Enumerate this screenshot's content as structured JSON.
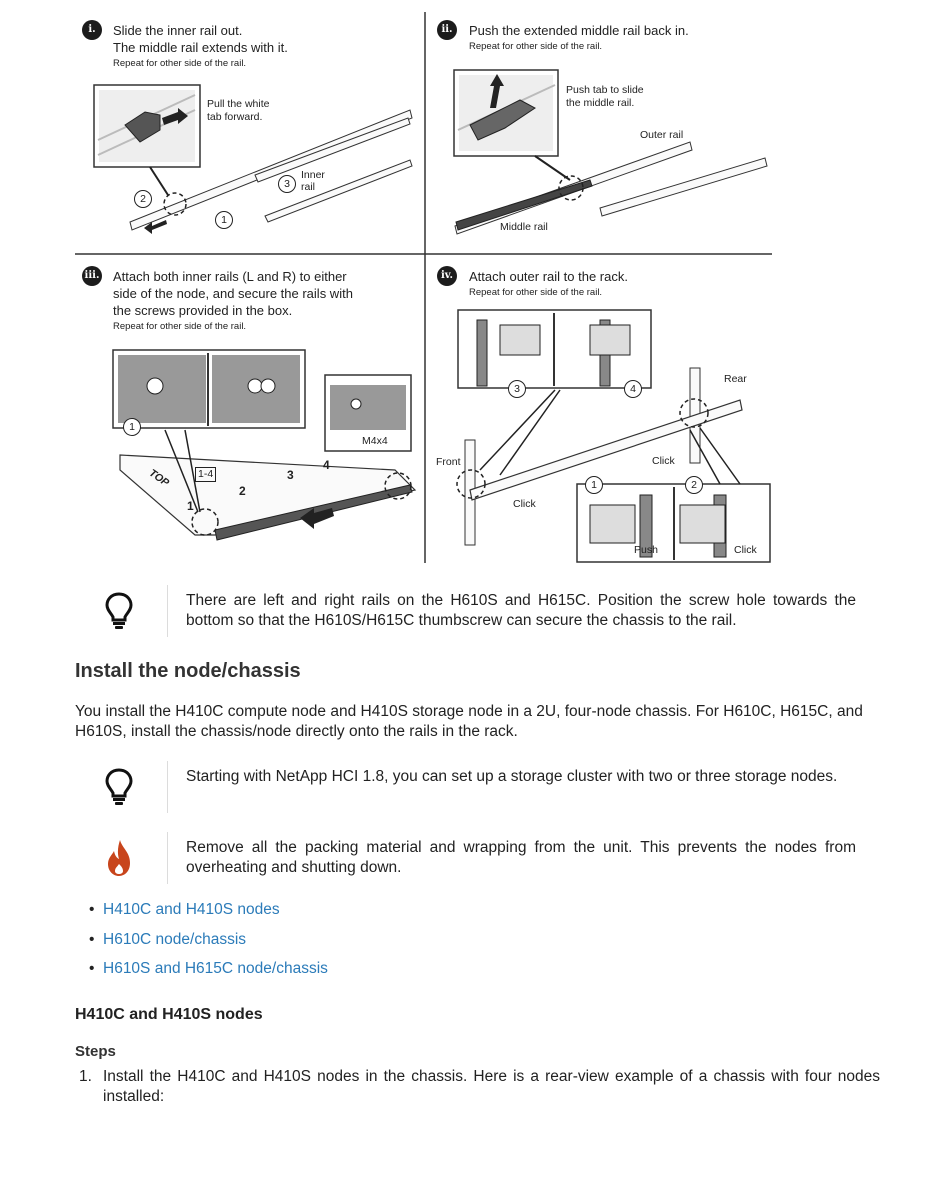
{
  "figure": {
    "panels": [
      {
        "badge": "i.",
        "lines": [
          "Slide the inner rail out.",
          "The middle rail extends with it."
        ],
        "note": "Repeat for other side of the rail.",
        "callouts": [
          "Pull the white",
          "tab forward.",
          "Inner",
          "rail"
        ],
        "steps": [
          "1",
          "2",
          "3"
        ]
      },
      {
        "badge": "ii.",
        "lines": [
          "Push the extended middle rail back in."
        ],
        "note": "Repeat for other side of the rail.",
        "callouts": [
          "Push tab to slide",
          "the middle rail.",
          "Outer rail",
          "Middle rail"
        ]
      },
      {
        "badge": "iii.",
        "lines": [
          "Attach both inner rails (L and R) to either",
          "side of the node, and secure the rails with",
          "the screws provided in the box."
        ],
        "note": "Repeat for other side of the rail.",
        "callouts": [
          "M4x4",
          "1-4",
          "TOP",
          "1",
          "2",
          "3",
          "4"
        ],
        "steps": [
          "1"
        ]
      },
      {
        "badge": "iv.",
        "lines": [
          "Attach outer rail to the rack."
        ],
        "note": "Repeat for other side of the rail.",
        "callouts": [
          "Rear",
          "Front",
          "Click",
          "Click",
          "Push",
          "Click"
        ],
        "steps": [
          "1",
          "2",
          "3",
          "4"
        ]
      }
    ]
  },
  "tip1": "There are left and right rails on the H610S and H615C. Position the screw hole towards the bottom so that the H610S/H615C thumbscrew can secure the chassis to the rail.",
  "section_title": "Install the node/chassis",
  "intro": "You install the H410C compute node and H410S storage node in a 2U, four-node chassis. For H610C, H615C, and H610S, install the chassis/node directly onto the rails in the rack.",
  "tip2": "Starting with NetApp HCI 1.8, you can set up a storage cluster with two or three storage nodes.",
  "warning": "Remove all the packing material and wrapping from the unit. This prevents the nodes from overheating and shutting down.",
  "links": [
    "H410C and H410S nodes",
    "H610C node/chassis",
    "H610S and H615C node/chassis"
  ],
  "subsection_title": "H410C and H410S nodes",
  "steps_heading": "Steps",
  "steps": [
    {
      "num": "1.",
      "text": "Install the H410C and H410S nodes in the chassis. Here is a rear-view example of a chassis with four nodes installed:"
    }
  ],
  "colors": {
    "link": "#2b7bb9",
    "warning_icon": "#c8451c",
    "text": "#222222",
    "divider": "#dcdcdc"
  },
  "icons": {
    "tip": "lightbulb-icon",
    "warning": "flame-icon"
  }
}
